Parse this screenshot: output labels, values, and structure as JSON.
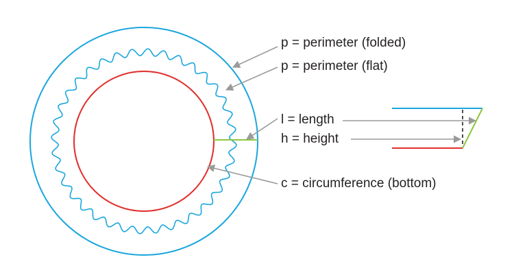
{
  "labels": {
    "perimeter_folded": "p = perimeter (folded)",
    "perimeter_flat": "p = perimeter (flat)",
    "length": "l = length",
    "height": "h = height",
    "circumference": "c = circumference (bottom)"
  },
  "colors": {
    "outer_circle": "#1aa6dd",
    "wavy_circle": "#1aa6dd",
    "inner_circle": "#e0302c",
    "length_line": "#8cc63f",
    "pointer": "#9a9a9a",
    "text": "#231f20",
    "dashed": "#231f20"
  }
}
